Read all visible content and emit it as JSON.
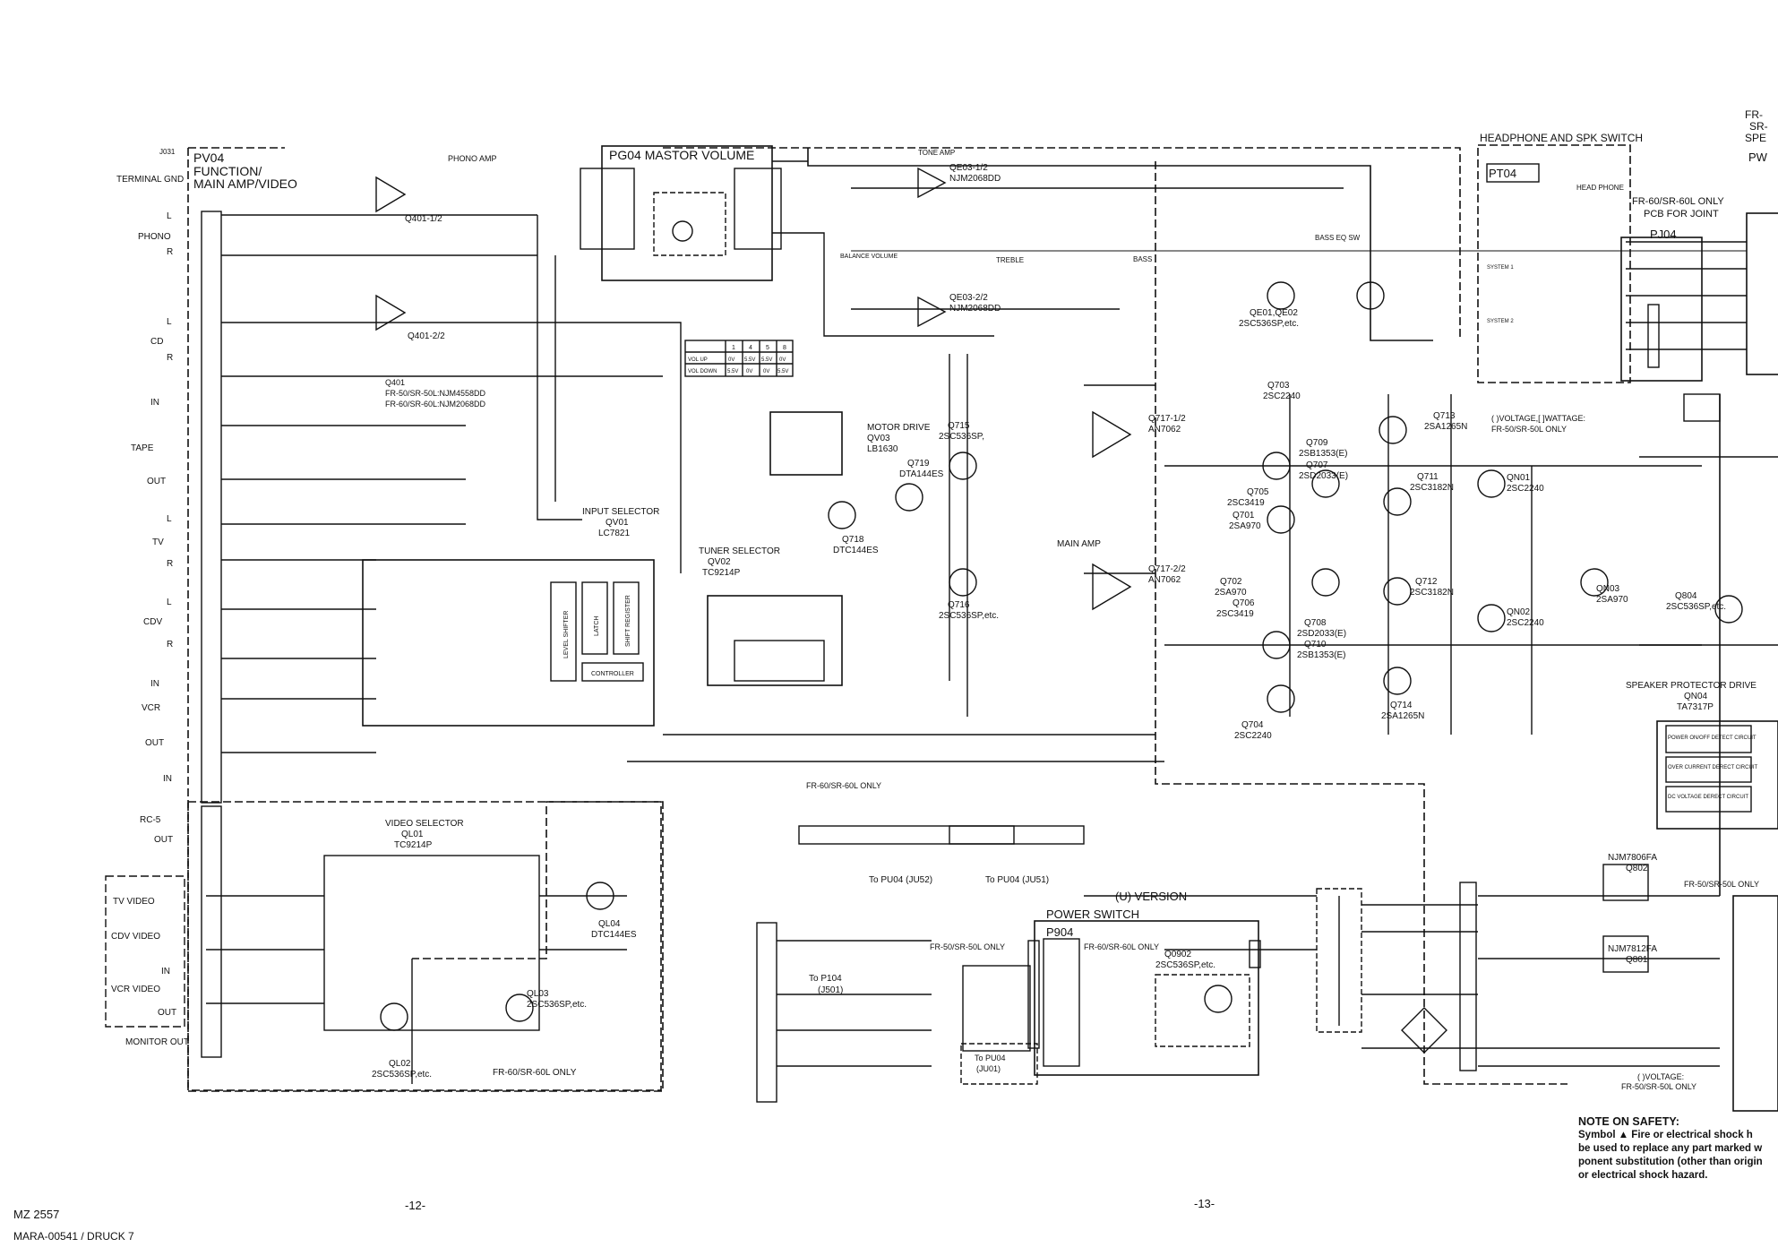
{
  "page": {
    "left_page_number": "-12-",
    "right_page_number": "-13-",
    "model_code": "MZ 2557",
    "doc_code": "MARA-00541 / DRUCK 7"
  },
  "terminal": {
    "jack": "J031",
    "gnd_label": "TERMINAL GND",
    "board_name": "PV04",
    "board_desc_1": "FUNCTION/",
    "board_desc_2": "MAIN AMP/VIDEO",
    "inputs": [
      {
        "name": "PHONO",
        "channels": [
          "L",
          "R"
        ]
      },
      {
        "name": "CD",
        "channels": [
          "L",
          "R"
        ]
      },
      {
        "name": "TAPE",
        "channels": [
          "IN",
          "OUT"
        ]
      },
      {
        "name": "TV",
        "channels": [
          "L",
          "R"
        ]
      },
      {
        "name": "CDV",
        "channels": [
          "L",
          "R"
        ]
      },
      {
        "name": "VCR",
        "channels": [
          "IN",
          "OUT"
        ]
      },
      {
        "name": "RC-5",
        "channels": [
          "IN",
          "OUT"
        ]
      }
    ],
    "video": [
      "TV VIDEO",
      "CDV VIDEO",
      "IN",
      "VCR VIDEO",
      "OUT",
      "MONITOR OUT"
    ]
  },
  "blocks": {
    "phono_amp": "PHONO AMP",
    "q401_1": "Q401-1/2",
    "q401_2": "Q401-2/2",
    "q401_note_1": "Q401",
    "q401_note_2": "FR-50/SR-50L:NJM4558DD",
    "q401_note_3": "FR-60/SR-60L:NJM2068DD",
    "master_volume": "PG04  MASTOR VOLUME",
    "tone_amp": "TONE AMP",
    "qe03_1": "QE03-1/2",
    "qe03_1_part": "NJM2068DD",
    "qe03_2": "QE03-2/2",
    "qe03_2_part": "NJM2068DD",
    "balance": "BALANCE VOLUME",
    "treble": "TREBLE",
    "bass": "BASS",
    "bass_eq": "BASS EQ SW",
    "qe01": "QE01,QE02",
    "qe01_part": "2SC536SP,etc.",
    "motor_drive": "MOTOR DRIVE",
    "qv03": "QV03",
    "qv03_part": "LB1630",
    "q719": "Q719",
    "q719_part": "DTA144ES",
    "q718": "Q718",
    "q718_part": "DTC144ES",
    "q715": "Q715",
    "q715_part": "2SC536SP,",
    "q716": "Q716",
    "q716_part": "2SC536SP,etc.",
    "input_selector": "INPUT SELECTOR",
    "qv01": "QV01",
    "qv01_part": "LC7821",
    "level_shifter": "LEVEL SHIFTER",
    "latch": "LATCH",
    "shift_register": "SHIFT REGISTER",
    "controller": "CONTROLLER",
    "tuner_selector": "TUNER SELECTOR",
    "qv02": "QV02",
    "qv02_part": "TC9214P",
    "main_amp": "MAIN AMP",
    "q717_1": "Q717-1/2",
    "q717_1_part": "AN7062",
    "q717_2": "Q717-2/2",
    "q717_2_part": "AN7062",
    "q703": "Q703",
    "q703_part": "2SC2240",
    "q713": "Q713",
    "q713_part": "2SA1265N",
    "q709": "Q709",
    "q709_part": "2SB1353(E)",
    "q707": "Q707",
    "q707_part": "2SD2033(E)",
    "q711": "Q711",
    "q711_part": "2SC3182N",
    "q705": "Q705",
    "q705_part": "2SC3419",
    "q701": "Q701",
    "q701_part": "2SA970",
    "q702": "Q702",
    "q702_part": "2SA970",
    "q706": "Q706",
    "q706_part": "2SC3419",
    "q708": "Q708",
    "q708_part": "2SD2033(E)",
    "q710": "Q710",
    "q710_part": "2SB1353(E)",
    "q712": "Q712",
    "q712_part": "2SC3182N",
    "q714": "Q714",
    "q714_part": "2SA1265N",
    "q704": "Q704",
    "q704_part": "2SC2240",
    "qn01": "QN01",
    "qn01_part": "2SC2240",
    "qn02": "QN02",
    "qn02_part": "2SC2240",
    "qn03": "QN03",
    "qn03_part": "2SA970",
    "q804": "Q804",
    "q804_part": "2SC536SP,etc.",
    "voltage_note_1": "( )VOLTAGE,[ ]WATTAGE:",
    "voltage_note_2": "FR-50/SR-50L  ONLY",
    "speaker_protector": "SPEAKER PROTECTOR DRIVE",
    "qn04": "QN04",
    "qn04_part": "TA7317P",
    "power_on_off": "POWER ON/OFF DETECT CIRCUIT",
    "over_current": "OVER CURRENT DERECT CIRCUIT",
    "dc_voltage": "DC VOLTAGE DERECT CIRCUIT",
    "video_selector": "VIDEO SELECTOR",
    "ql01": "QL01",
    "ql01_part": "TC9214P",
    "ql04": "QL04",
    "ql04_part": "DTC144ES",
    "ql03": "QL03",
    "ql03_part": "2SC536SP,etc.",
    "ql02": "QL02",
    "ql02_part": "2SC536SP,etc.",
    "video_only": "FR-60/SR-60L ONLY",
    "fr60_only_top": "FR-60/SR-60L ONLY",
    "to_pu04_ju52": "To PU04 (JU52)",
    "to_pu04_ju51": "To PU04 (JU51)",
    "to_p104": "To P104",
    "to_p104_sub": "(J501)",
    "u_version": "(U) VERSION",
    "power_switch": "POWER SWITCH",
    "p904": "P904",
    "fr50_only": "FR-50/SR-50L ONLY",
    "fr60_only_psw": "FR-60/SR-60L ONLY",
    "q0902": "Q0902",
    "q0902_part": "2SC536SP,etc.",
    "to_pu04_ju01": "To PU04",
    "to_pu04_ju01_sub": "(JU01)",
    "njm7806": "NJM7806FA",
    "q802": "Q802",
    "njm7812": "NJM7812FA",
    "q801": "Q801",
    "fr50_only_reg": "FR-50/SR-50L ONLY",
    "voltage_bottom_1": "( )VOLTAGE:",
    "voltage_bottom_2": "FR-50/SR-50L ONLY",
    "headphone_switch": "HEADPHONE AND SPK SWITCH",
    "pt04": "PT04",
    "head_phone": "HEAD PHONE",
    "system1": "SYSTEM 1",
    "system2": "SYSTEM 2",
    "pcb_joint_1": "FR-60/SR-60L ONLY",
    "pcb_joint_2": "PCB FOR JOINT",
    "pj04": "PJ04",
    "edge_fr": "FR-",
    "edge_sr": "SR-",
    "edge_sp": "SPE",
    "edge_pw": "PW"
  },
  "volume_table": {
    "header": [
      "",
      "1",
      "4",
      "5",
      "8"
    ],
    "rows": [
      [
        "VOL UP",
        "0V",
        "5.5V",
        "5.5V",
        "0V"
      ],
      [
        "VOL DOWN",
        "5.5V",
        "0V",
        "0V",
        "5.5V"
      ]
    ]
  },
  "safety": {
    "title": "NOTE ON SAFETY:",
    "lines": [
      "Symbol ▲ Fire or electrical shock h",
      "be used to replace any part marked w",
      "ponent substitution (other than origin",
      "or electrical shock hazard."
    ]
  }
}
